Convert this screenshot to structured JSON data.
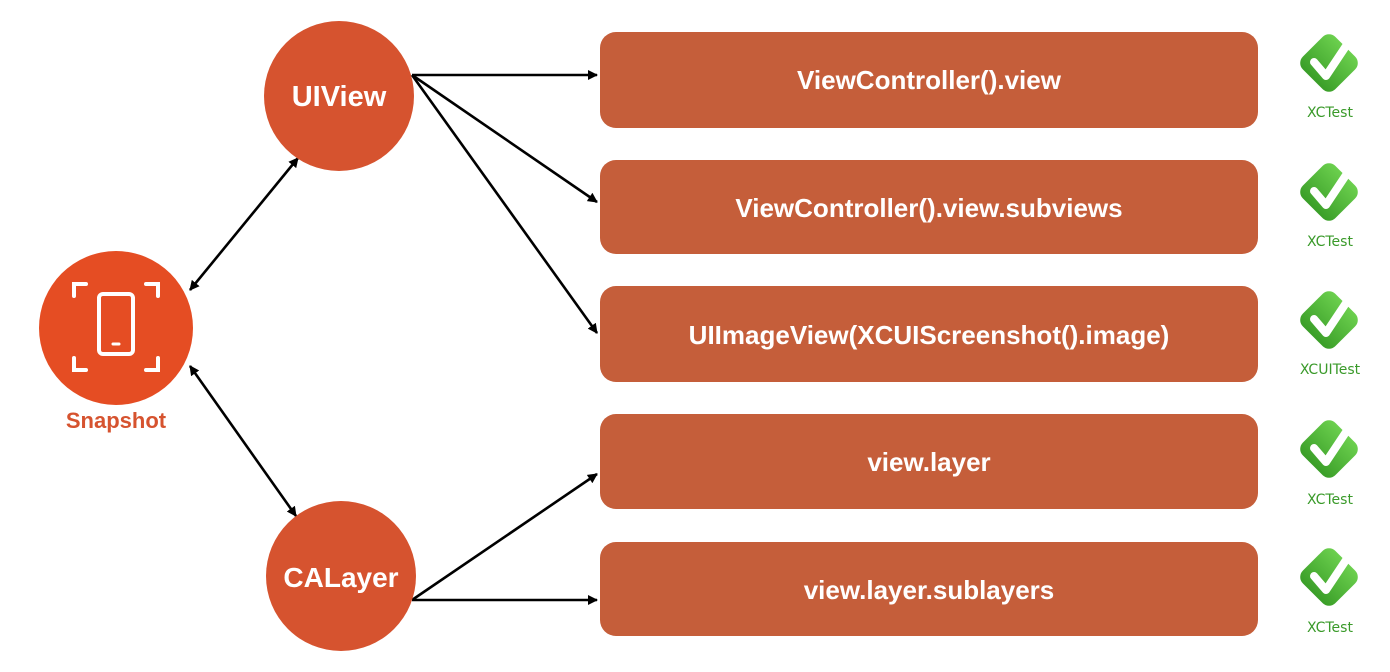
{
  "colors": {
    "node_fill": "#d6532f",
    "snapshot_fill": "#e54d23",
    "box_fill": "#c55e3a",
    "snapshot_text": "#d6532f",
    "badge_green": "#4ab534",
    "badge_text": "#3a9a2a",
    "edge": "#000000"
  },
  "nodes": {
    "uiview": {
      "label": "UIView"
    },
    "calayer": {
      "label": "CALayer"
    },
    "snapshot": {
      "label": "Snapshot",
      "icon": "phone-screenshot-icon"
    }
  },
  "boxes": [
    {
      "label": "ViewController().view",
      "badge": "XCTest",
      "badge_icon": "checkmark-icon"
    },
    {
      "label": "ViewController().view.subviews",
      "badge": "XCTest",
      "badge_icon": "checkmark-icon"
    },
    {
      "label": "UIImageView(XCUIScreenshot().image)",
      "badge": "XCUITest",
      "badge_icon": "checkmark-icon"
    },
    {
      "label": "view.layer",
      "badge": "XCTest",
      "badge_icon": "checkmark-icon"
    },
    {
      "label": "view.layer.sublayers",
      "badge": "XCTest",
      "badge_icon": "checkmark-icon"
    }
  ]
}
